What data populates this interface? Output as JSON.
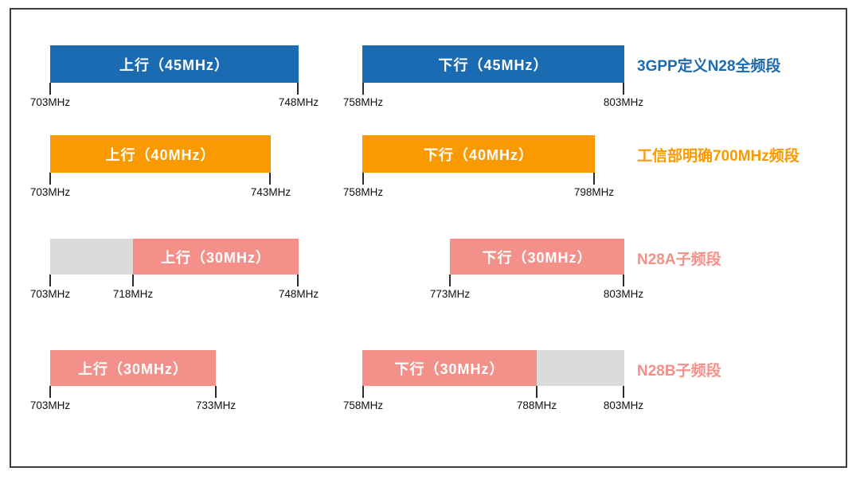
{
  "title": "N28 700MHz band allocation diagram",
  "colors": {
    "full_band": "#1B6BB2",
    "miit_band": "#FA9A00",
    "sub_band": "#F4908A",
    "unused": "#DBDBDB"
  },
  "rows": [
    {
      "side_label": "3GPP定义N28全频段",
      "uplink": {
        "bar_label": "上行（45MHz）",
        "tick_labels": [
          "703MHz",
          "748MHz"
        ]
      },
      "downlink": {
        "bar_label": "下行（45MHz）",
        "tick_labels": [
          "758MHz",
          "803MHz"
        ]
      }
    },
    {
      "side_label": "工信部明确700MHz频段",
      "uplink": {
        "bar_label": "上行（40MHz）",
        "tick_labels": [
          "703MHz",
          "743MHz"
        ]
      },
      "downlink": {
        "bar_label": "下行（40MHz）",
        "tick_labels": [
          "758MHz",
          "798MHz"
        ]
      }
    },
    {
      "side_label": "N28A子频段",
      "uplink": {
        "bar_label": "上行（30MHz）",
        "tick_labels": [
          "703MHz",
          "718MHz",
          "748MHz"
        ]
      },
      "downlink": {
        "bar_label": "下行（30MHz）",
        "tick_labels": [
          "773MHz",
          "803MHz"
        ]
      }
    },
    {
      "side_label": "N28B子频段",
      "uplink": {
        "bar_label": "上行（30MHz）",
        "tick_labels": [
          "703MHz",
          "733MHz"
        ]
      },
      "downlink": {
        "bar_label": "下行（30MHz）",
        "tick_labels": [
          "758MHz",
          "788MHz",
          "803MHz"
        ]
      }
    }
  ]
}
